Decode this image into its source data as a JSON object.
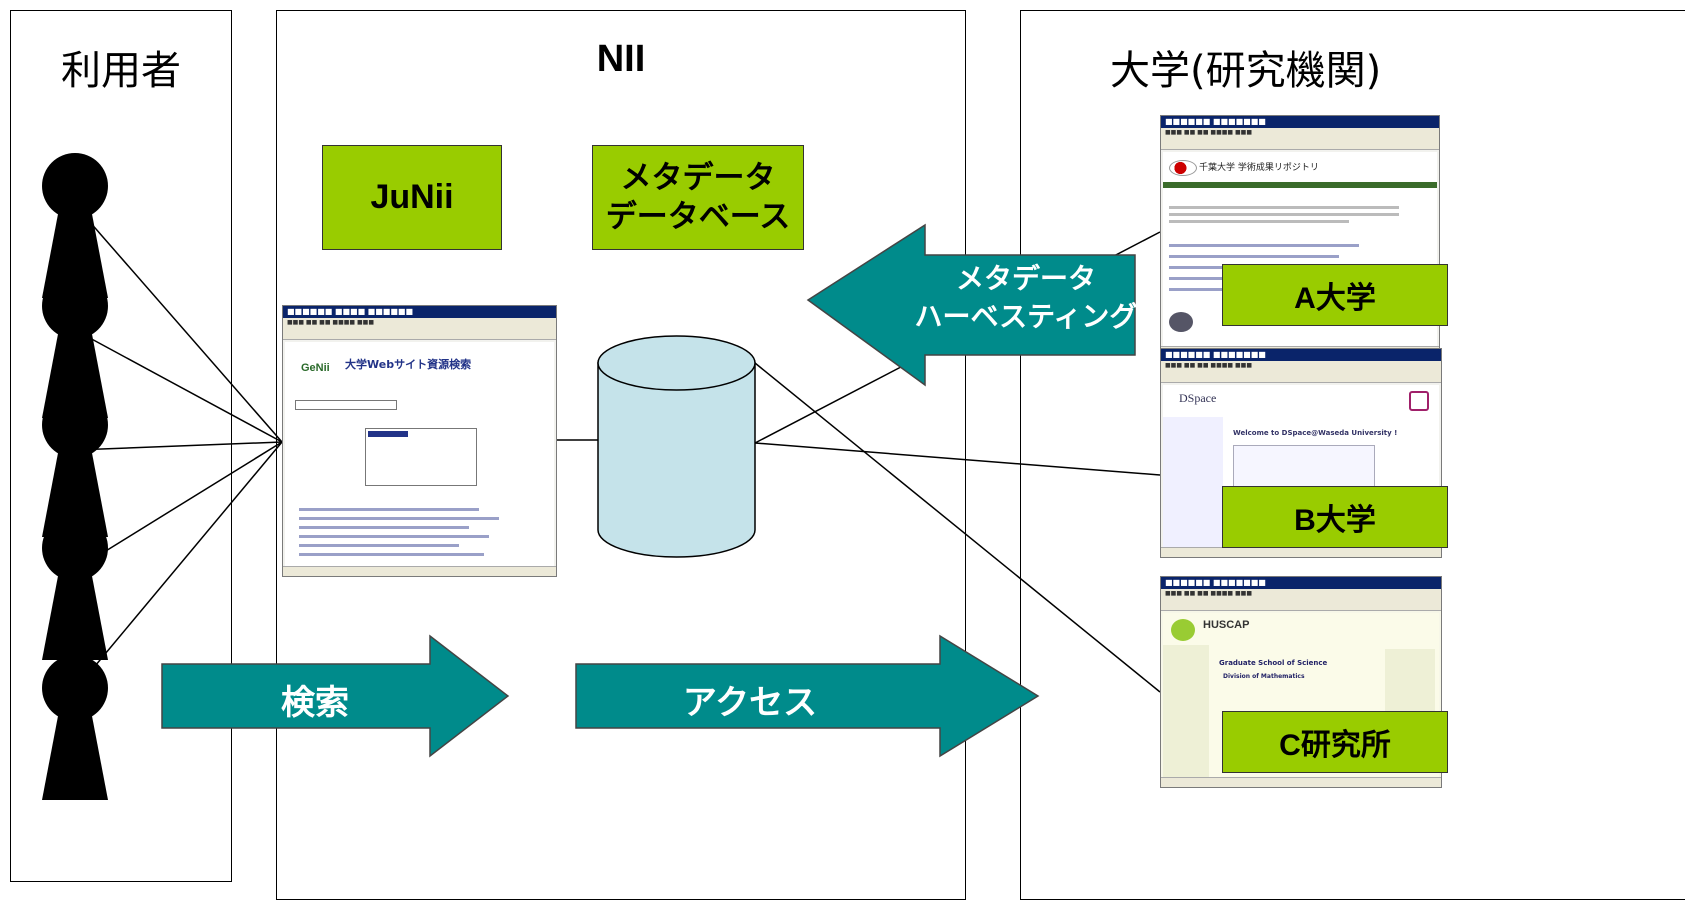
{
  "columns": {
    "users": {
      "title": "利用者"
    },
    "nii": {
      "title": "NII"
    },
    "university": {
      "title": "大学(研究機関)"
    }
  },
  "nii_boxes": {
    "junii": "JuNii",
    "metadata_db_line1": "メタデータ",
    "metadata_db_line2": "データベース"
  },
  "arrows": {
    "harvest_line1": "メタデータ",
    "harvest_line2": "ハーベスティング",
    "search": "検索",
    "access": "アクセス"
  },
  "institutions": [
    {
      "label": "A大学"
    },
    {
      "label": "B大学"
    },
    {
      "label": "C研究所"
    }
  ],
  "screenshots": {
    "junii": {
      "heading": "大学Webサイト資源検索",
      "logo": "GeNii"
    },
    "a": {
      "heading": "千葉大学 学術成果リポジトリ"
    },
    "b": {
      "heading": "Welcome to DSpace@Waseda University !",
      "logo": "DSpace"
    },
    "c": {
      "heading": "HUSCAP",
      "section1": "Graduate School of Science",
      "section2": "Division of Mathematics"
    }
  },
  "colors": {
    "green_box": "#99cc00",
    "teal_arrow": "#008b8b",
    "cylinder_fill": "#c5e3ea"
  }
}
